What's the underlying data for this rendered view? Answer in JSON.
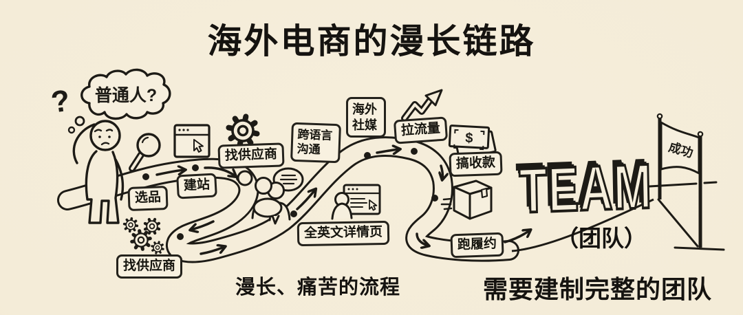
{
  "title": "海外电商的漫长链路",
  "person": {
    "thought": "普通人?",
    "question_mark": "?"
  },
  "steps": [
    {
      "id": "select-product",
      "label": "选品"
    },
    {
      "id": "build-site",
      "label": "建站"
    },
    {
      "id": "find-supplier-top",
      "label": "找供应商"
    },
    {
      "id": "find-supplier-bottom",
      "label": "找供应商"
    },
    {
      "id": "cross-language-communication",
      "label": "跨语言沟通"
    },
    {
      "id": "english-detail-page",
      "label": "全英文详情页"
    },
    {
      "id": "overseas-social-media",
      "label": "海外社媒"
    },
    {
      "id": "pull-traffic",
      "label": "拉流量"
    },
    {
      "id": "collect-payment",
      "label": "搞收款"
    },
    {
      "id": "fulfillment",
      "label": "跑履约"
    }
  ],
  "icons": {
    "currency": "$"
  },
  "captions": {
    "process": "漫长、痛苦的流程",
    "team_needed": "需要建制完整的团队"
  },
  "team": {
    "word": "TEAM",
    "alias": "（团队）"
  },
  "finish_flag": {
    "label": "成功"
  },
  "colors": {
    "background": "#f4ecd8",
    "ink": "#1d1b16",
    "box_fill": "#f8f1e0"
  }
}
